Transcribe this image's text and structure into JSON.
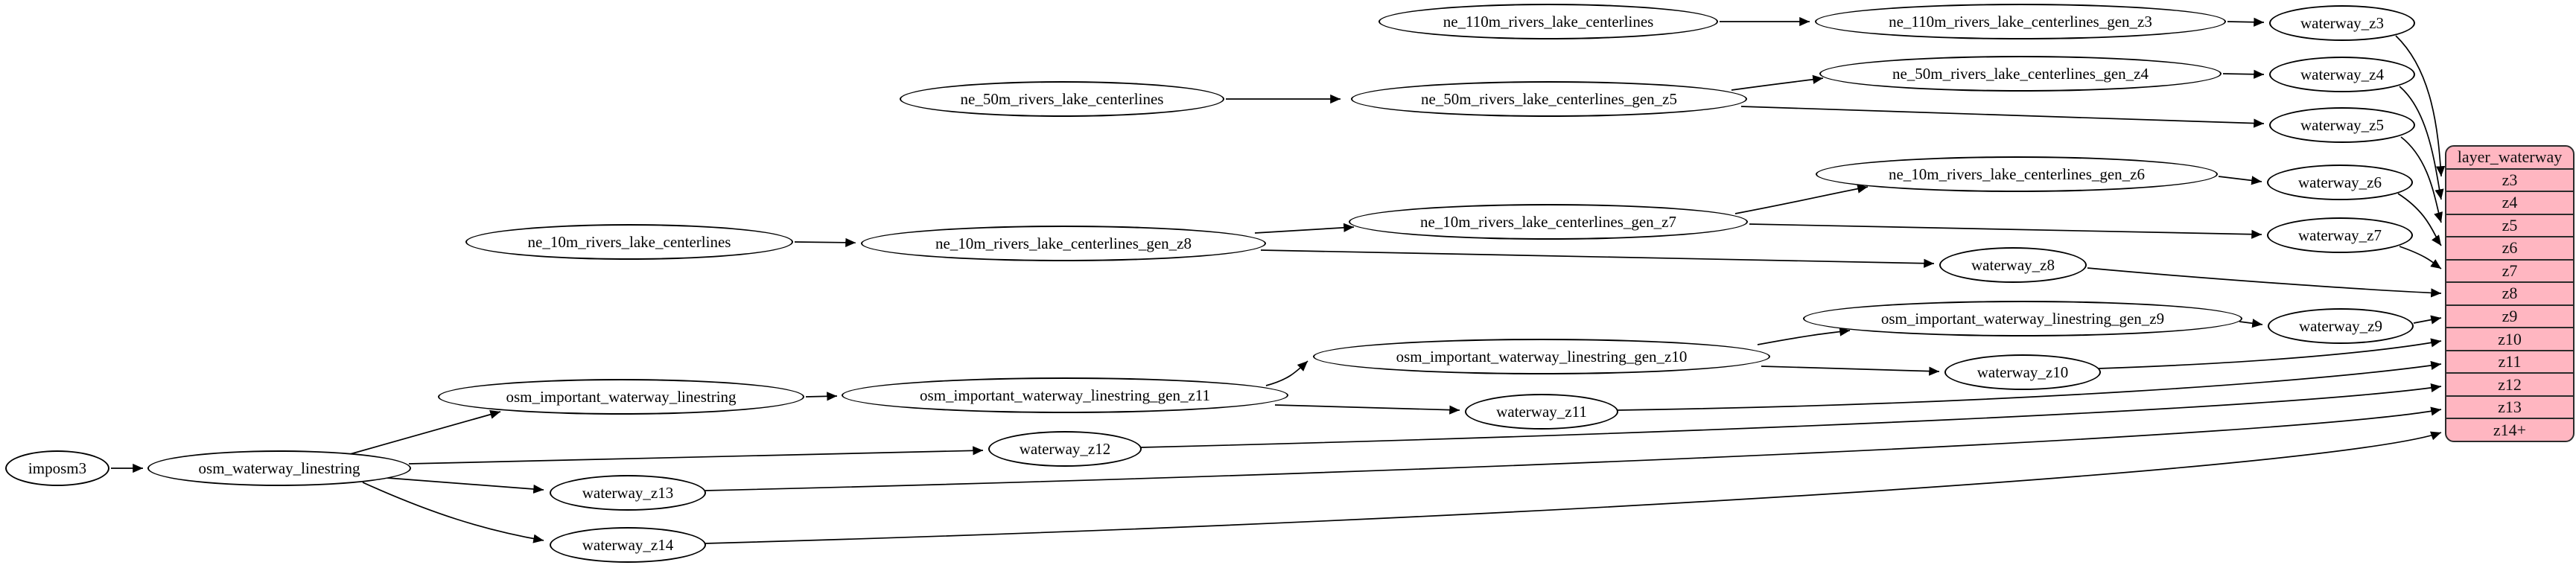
{
  "nodes": {
    "imposm3": "imposm3",
    "osm_waterway_linestring": "osm_waterway_linestring",
    "osm_important_waterway_linestring": "osm_important_waterway_linestring",
    "ne_10m_rivers_lake_centerlines": "ne_10m_rivers_lake_centerlines",
    "ne_50m_rivers_lake_centerlines": "ne_50m_rivers_lake_centerlines",
    "ne_110m_rivers_lake_centerlines": "ne_110m_rivers_lake_centerlines",
    "ne_110m_rivers_lake_centerlines_gen_z3": "ne_110m_rivers_lake_centerlines_gen_z3",
    "ne_50m_rivers_lake_centerlines_gen_z5": "ne_50m_rivers_lake_centerlines_gen_z5",
    "ne_50m_rivers_lake_centerlines_gen_z4": "ne_50m_rivers_lake_centerlines_gen_z4",
    "ne_10m_rivers_lake_centerlines_gen_z8": "ne_10m_rivers_lake_centerlines_gen_z8",
    "ne_10m_rivers_lake_centerlines_gen_z7": "ne_10m_rivers_lake_centerlines_gen_z7",
    "ne_10m_rivers_lake_centerlines_gen_z6": "ne_10m_rivers_lake_centerlines_gen_z6",
    "osm_important_waterway_linestring_gen_z11": "osm_important_waterway_linestring_gen_z11",
    "osm_important_waterway_linestring_gen_z10": "osm_important_waterway_linestring_gen_z10",
    "osm_important_waterway_linestring_gen_z9": "osm_important_waterway_linestring_gen_z9",
    "waterway_z3": "waterway_z3",
    "waterway_z4": "waterway_z4",
    "waterway_z5": "waterway_z5",
    "waterway_z6": "waterway_z6",
    "waterway_z7": "waterway_z7",
    "waterway_z8": "waterway_z8",
    "waterway_z9": "waterway_z9",
    "waterway_z10": "waterway_z10",
    "waterway_z11": "waterway_z11",
    "waterway_z12": "waterway_z12",
    "waterway_z13": "waterway_z13",
    "waterway_z14": "waterway_z14"
  },
  "record": {
    "title": "layer_waterway",
    "rows": [
      "z3",
      "z4",
      "z5",
      "z6",
      "z7",
      "z8",
      "z9",
      "z10",
      "z11",
      "z12",
      "z13",
      "z14+"
    ]
  },
  "colors": {
    "record_fill": "#ffb6c1",
    "node_fill": "#ffffff",
    "edge": "#000000",
    "background": "#ffffff"
  }
}
